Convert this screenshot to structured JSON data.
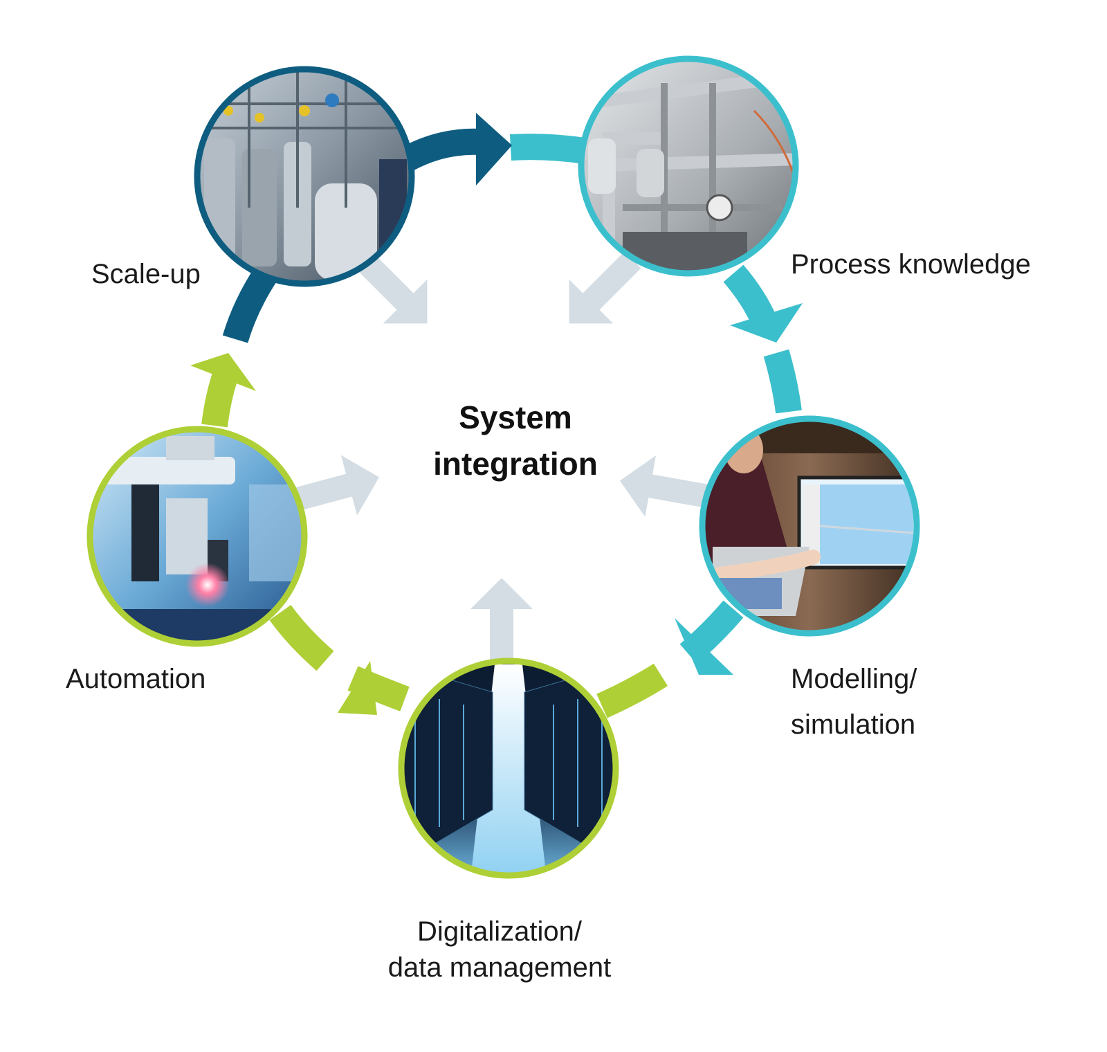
{
  "center": {
    "line1": "System",
    "line2": "integration"
  },
  "stages": {
    "scale_up": {
      "label": "Scale-up"
    },
    "process_knowledge": {
      "label": "Process knowledge"
    },
    "modelling": {
      "line1": "Modelling/",
      "line2": "simulation"
    },
    "digitalization": {
      "line1": "Digitalization/",
      "line2": "data management"
    },
    "automation": {
      "label": "Automation"
    }
  },
  "colors": {
    "dark_blue": "#0e5d80",
    "teal": "#3cbfcc",
    "green": "#aecf36",
    "inward_arrow": "#d3dde3"
  },
  "icons": {
    "scale_up": "industrial-tanks-photo",
    "process_knowledge": "pipework-valves-photo",
    "modelling": "engineers-at-monitor-photo",
    "digitalization": "server-room-photo",
    "automation": "robotic-machine-photo"
  }
}
